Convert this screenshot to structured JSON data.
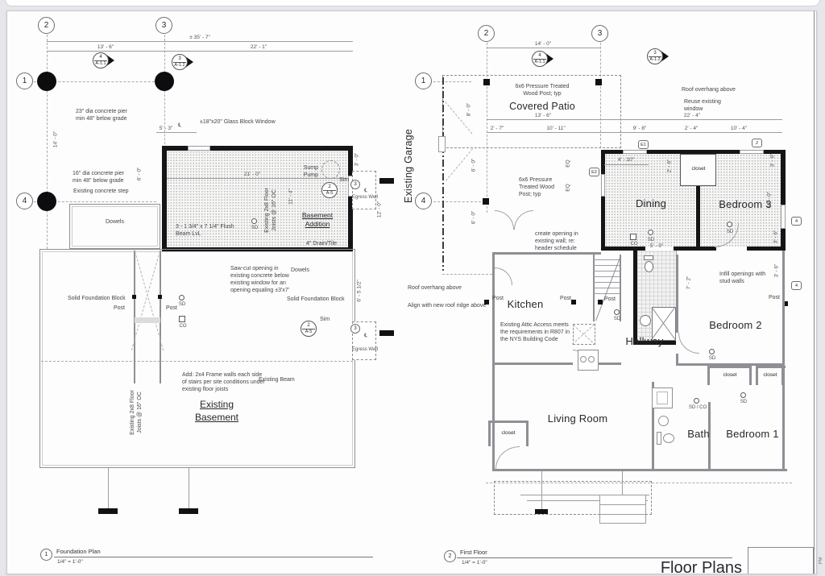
{
  "page": {
    "sheet_title": "Floor Plans",
    "stamp": "PM",
    "callout1": {
      "num": "1",
      "title": "Foundation Plan",
      "scale": "1/4\" = 1'-0\""
    },
    "callout2": {
      "num": "2",
      "title": "First Floor",
      "scale": "1/4\" = 1'-0\""
    }
  },
  "fp": {
    "grid": {
      "g1": "1",
      "g2": "2",
      "g3": "3",
      "g4": "4"
    },
    "det": {
      "d1n": "4",
      "d1s": "A-1.1",
      "d2n": "3",
      "d2s": "A-1.2",
      "d3n": "2",
      "d3s": "A-5"
    },
    "winmark": "3",
    "room": {
      "addition": "Basement Addition",
      "basement": "Existing Basement"
    },
    "dim": {
      "overall": "± 35' - 7\"",
      "bay1": "13' - 6\"",
      "bay2": "22' - 1\"",
      "left_v": "14' - 0\"",
      "step_v": "6' - 0\"",
      "win_off": "5' - 3\"",
      "cl": "℄",
      "add_w": "21' - 0\"",
      "add_h": "11' - 4\"",
      "eg_top": "3' - 0\"",
      "eg_v": "12' - 0\"",
      "eg2_v": "6' - 5 1/2\""
    },
    "ann": {
      "pier23": "23\" dia concrete pier\nmin 48\" below grade",
      "pier16": "16\" dia concrete pier\nmin 48\" below grade",
      "step": "Existing concrete step",
      "glass": "±18\"x20\" Glass Block Window",
      "sump": "Sump\nPump",
      "joists": "Existing 2x8 Floor\nJoists @ 16\" OC",
      "beam": "3 - 1 3/4\" x 7 1/4\" Flush\nBeam LvL",
      "drain": "4\" Drain/Tile",
      "sawcut": "Saw-cut opening in\nexisting concrete below\nexisting window for an\nopening equaling ±3'x7'",
      "dowels": "Dowels",
      "sfb": "Solid Foundation Block",
      "add2x4": "Add: 2x4 Frame walls each side\nof stairs per site conditions under\nexisting floor joists",
      "exbeam": "Existing Beam",
      "egress": "Egress\nWell",
      "sim": "Sim",
      "post": "Post",
      "sd": "SD",
      "co": "CO"
    }
  },
  "ff": {
    "grid": {
      "g1": "1",
      "g2": "2",
      "g3": "3",
      "g4": "4"
    },
    "det": {
      "d1n": "4",
      "d1s": "A-1.1",
      "d2n": "3",
      "d2s": "A-1.2"
    },
    "mark": {
      "e1": "E1",
      "e2": "E2",
      "m2": "2",
      "m4": "4"
    },
    "room": {
      "patio": "Covered Patio",
      "garage": "Existing Garage",
      "dining": "Dining",
      "bed3": "Bedroom 3",
      "kitchen": "Kitchen",
      "hallway": "Hallway",
      "bed2": "Bedroom 2",
      "living": "Living Room",
      "bath": "Bath",
      "bed1": "Bedroom 1",
      "closet": "closet"
    },
    "dim": {
      "patio_top": "14' - 0\"",
      "patio_w": "13' - 6\"",
      "p1": "2' - 7\"",
      "p2": "10' - 11\"",
      "add_w": "22' - 4\"",
      "a1": "9' - 8\"",
      "a2": "2' - 4\"",
      "a3": "10' - 4\"",
      "v8": "8' - 0\"",
      "v6": "6' - 0\"",
      "din_win": "4' - 10\"",
      "clos": "2' - 6\"",
      "open5": "5' - 0\"",
      "w36": "3' - 6\"",
      "bed3_v": "12' - 0\"",
      "bath_v": "7' - 2\"",
      "eq": "EQ"
    },
    "ann": {
      "post_typ": "6x6 Pressure Treated\nWood Post; typ",
      "post_typ2": "6x6 Pressure\nTreated Wood\nPost; typ",
      "roof": "Roof overhang above",
      "reuse": "Reuse existing\nwindow",
      "create": "create opening in\nexisting wall; re:\nheader schedule",
      "align": "Align with new roof ridge above",
      "attic": "Existing Attic Access meets\nthe requirements in R807 in\nthe NYS Building Code",
      "infill": "Infill openings with\nstud walls",
      "post": "Post",
      "sd": "SD",
      "co": "CO",
      "sdco": "SD / CO"
    }
  }
}
